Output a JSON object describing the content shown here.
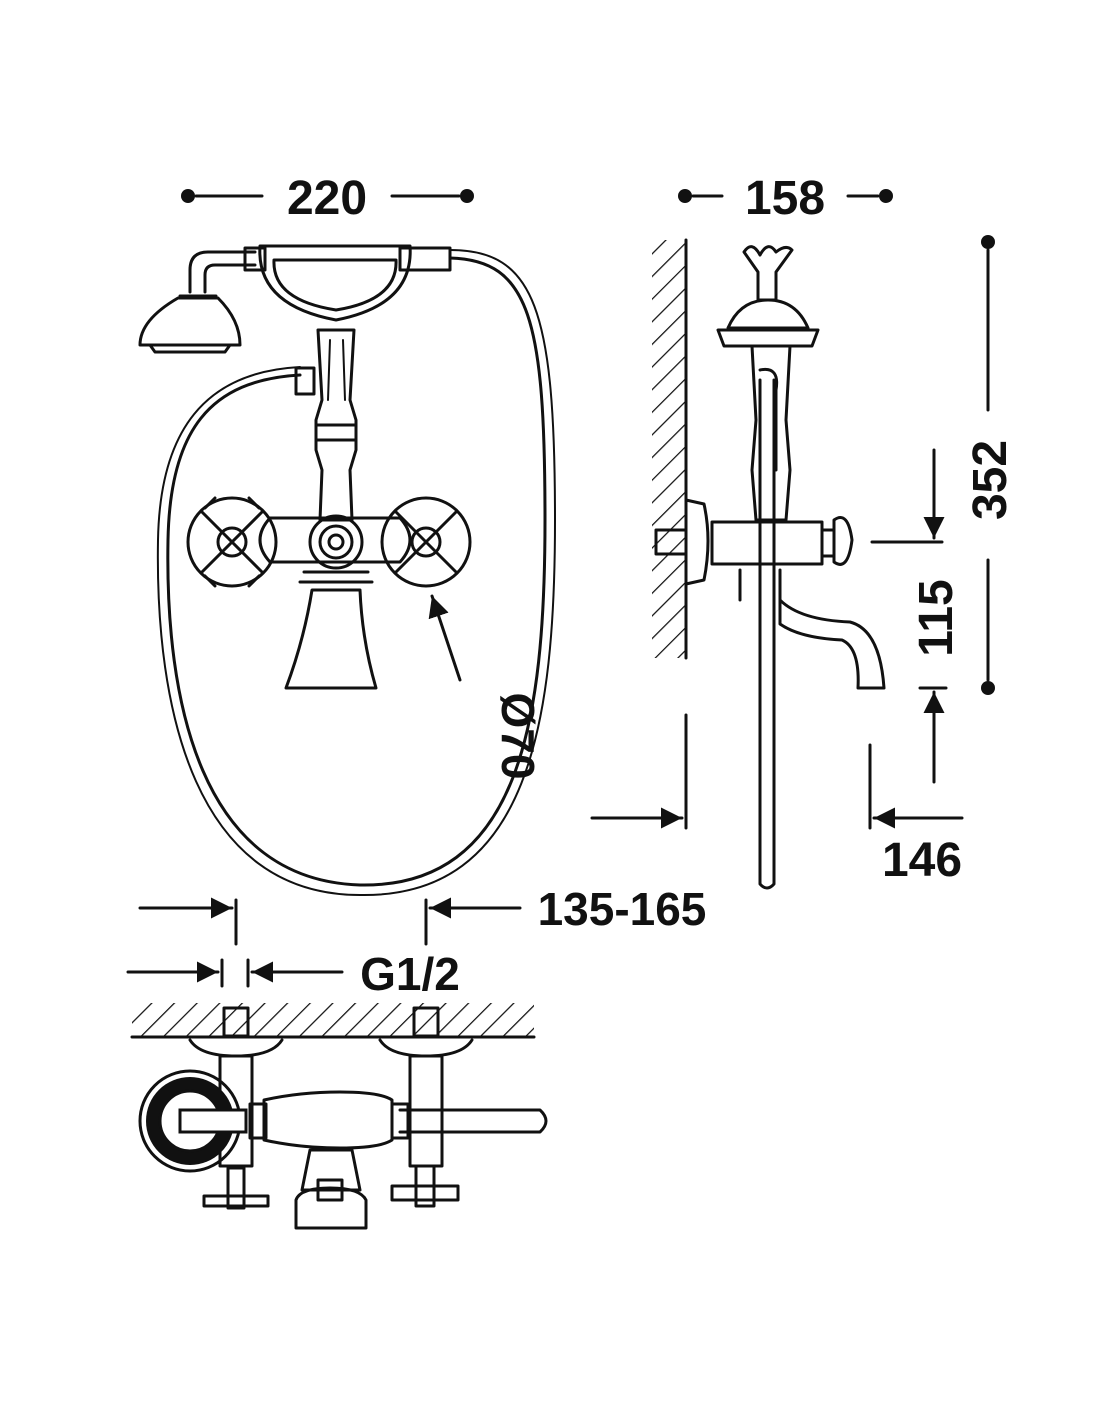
{
  "dimensions": {
    "width_front": "220",
    "depth_side": "158",
    "height_total": "352",
    "spout_height": "115",
    "spout_projection": "146",
    "handle_diameter": "Ø70",
    "centers_range": "135-165",
    "connection_thread": "G1/2"
  },
  "colors": {
    "line": "#111111",
    "background": "#ffffff"
  }
}
